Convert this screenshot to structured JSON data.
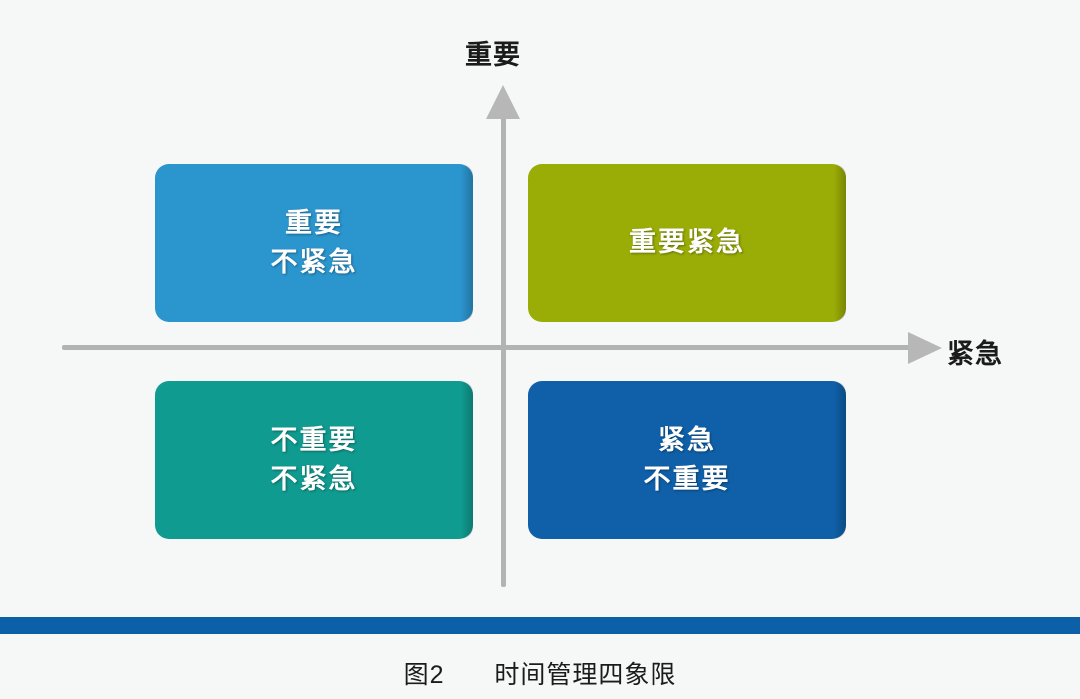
{
  "figure": {
    "caption_number": "图2",
    "caption_title": "时间管理四象限"
  },
  "axes": {
    "y_label": "重要",
    "x_label": "紧急",
    "line_color": "#b3b3b3",
    "arrow_color": "#b7b7b7"
  },
  "quadrants": [
    {
      "id": "important-not-urgent",
      "position": "top-left",
      "line1": "重要",
      "line2": "不紧急",
      "color": "#2b95ce"
    },
    {
      "id": "important-urgent",
      "position": "top-right",
      "line1": "重要紧急",
      "line2": "",
      "color": "#9aac06"
    },
    {
      "id": "not-important-not-urgent",
      "position": "bottom-left",
      "line1": "不重要",
      "line2": "不紧急",
      "color": "#109b90"
    },
    {
      "id": "urgent-not-important",
      "position": "bottom-right",
      "line1": "紧急",
      "line2": "不重要",
      "color": "#0f60a8"
    }
  ],
  "decor": {
    "bottom_rule_color": "#0b60a8",
    "background_color": "#f6f7f7"
  }
}
